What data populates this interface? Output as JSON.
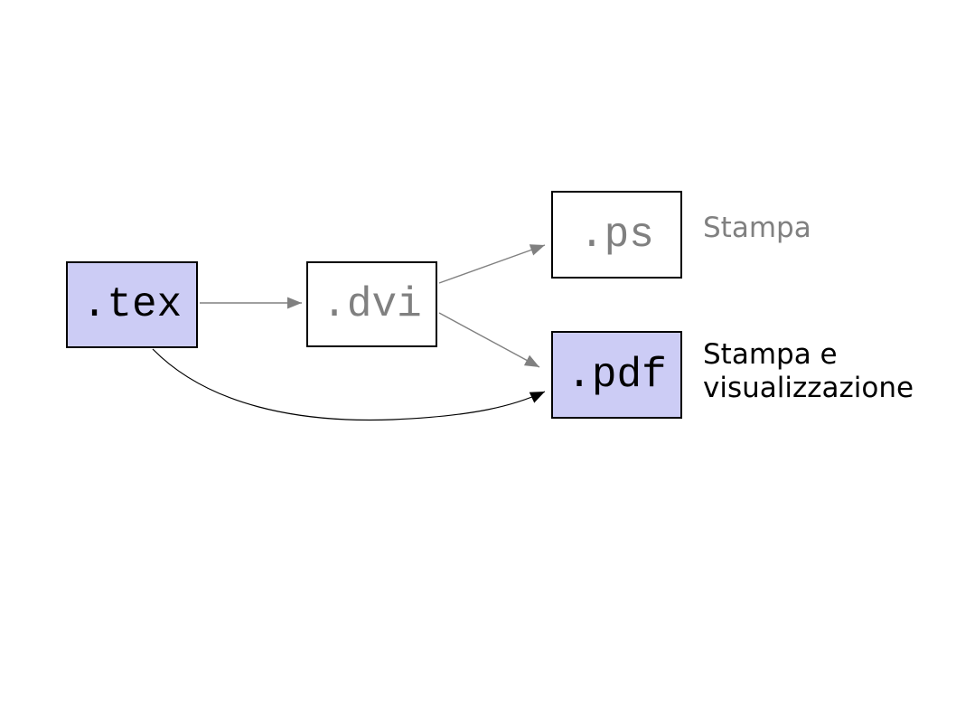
{
  "colors": {
    "background": "#ffffff",
    "highlight_node_fill": "#ccccf5",
    "plain_node_fill": "#ffffff",
    "node_border": "#000000",
    "muted_gray": "#808080",
    "ink_black": "#000000"
  },
  "nodes": [
    {
      "id": "tex",
      "label": ".tex",
      "variant": "highlight"
    },
    {
      "id": "dvi",
      "label": ".dvi",
      "variant": "plain"
    },
    {
      "id": "ps",
      "label": ".ps",
      "variant": "plain"
    },
    {
      "id": "pdf",
      "label": ".pdf",
      "variant": "highlight"
    }
  ],
  "annotations": {
    "ps_note": "Stampa",
    "pdf_note": "Stampa e visualizzazione"
  },
  "edges": [
    {
      "from": ".tex",
      "to": ".dvi",
      "color": "#808080",
      "shape": "straight"
    },
    {
      "from": ".dvi",
      "to": ".ps",
      "color": "#808080",
      "shape": "straight"
    },
    {
      "from": ".dvi",
      "to": ".pdf",
      "color": "#808080",
      "shape": "straight"
    },
    {
      "from": ".tex",
      "to": ".pdf",
      "color": "#000000",
      "shape": "curved"
    }
  ]
}
